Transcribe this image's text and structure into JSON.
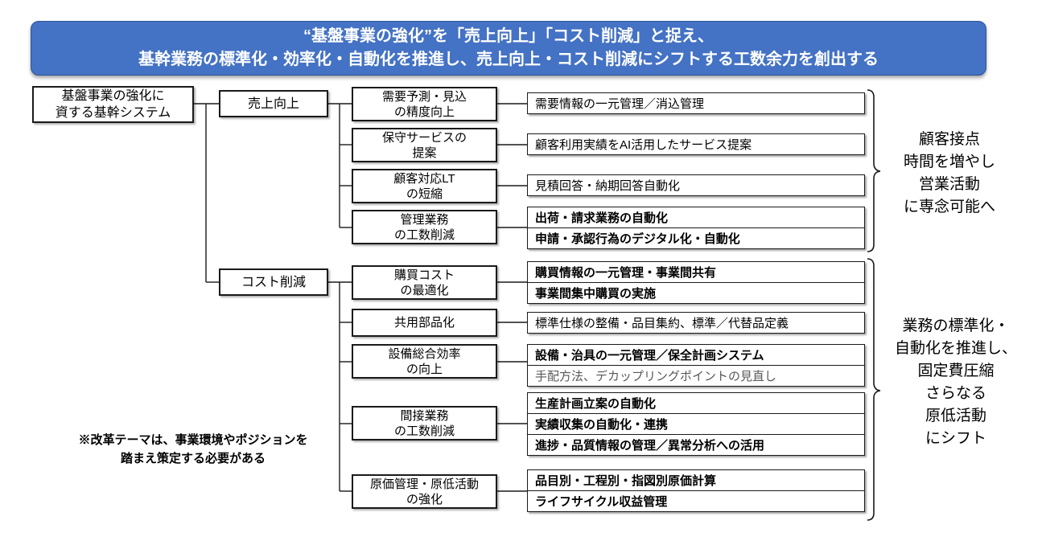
{
  "title": {
    "line1": "“基盤事業の強化”を「売上向上」「コスト削減」と捉え、",
    "line2": "基幹業務の標準化・効率化・自動化を推進し、売上向上・コスト削減にシフトする工数余力を創出する"
  },
  "root": {
    "label": "基盤事業の強化に\n資する基幹システム"
  },
  "branches": [
    {
      "label": "売上向上"
    },
    {
      "label": "コスト削減"
    }
  ],
  "rows": [
    {
      "label": "需要予測・見込\nの精度向上",
      "items": [
        {
          "text": "需要情報の一元管理／消込管理",
          "bold": false
        }
      ]
    },
    {
      "label": "保守サービスの\n提案",
      "items": [
        {
          "text": "顧客利用実績をAI活用したサービス提案",
          "bold": false
        }
      ]
    },
    {
      "label": "顧客対応LT\nの短縮",
      "items": [
        {
          "text": "見積回答・納期回答自動化",
          "bold": false
        }
      ]
    },
    {
      "label": "管理業務\nの工数削減",
      "items": [
        {
          "text": "出荷・請求業務の自動化",
          "bold": true
        },
        {
          "text": "申請・承認行為のデジタル化・自動化",
          "bold": true
        }
      ]
    },
    {
      "label": "購買コスト\nの最適化",
      "items": [
        {
          "text": "購買情報の一元管理・事業間共有",
          "bold": true
        },
        {
          "text": "事業間集中購買の実施",
          "bold": true
        }
      ]
    },
    {
      "label": "共用部品化",
      "items": [
        {
          "text": "標準仕様の整備・品目集約、標準／代替品定義",
          "bold": false
        }
      ]
    },
    {
      "label": "設備総合効率\nの向上",
      "items": [
        {
          "text": "設備・治具の一元管理／保全計画システム",
          "bold": true
        },
        {
          "text": "手配方法、デカップリングポイントの見直し",
          "bold": false,
          "muted": true
        }
      ]
    },
    {
      "label": "間接業務\nの工数削減",
      "items": [
        {
          "text": "生産計画立案の自動化",
          "bold": true
        },
        {
          "text": "実績収集の自動化・連携",
          "bold": true
        },
        {
          "text": "進捗・品質情報の管理／異常分析への活用",
          "bold": true
        }
      ]
    },
    {
      "label": "原価管理・原低活動\nの強化",
      "items": [
        {
          "text": "品目別・工程別・指図別原価計算",
          "bold": true
        },
        {
          "text": "ライフサイクル収益管理",
          "bold": true
        }
      ]
    }
  ],
  "side_notes": [
    {
      "text": "顧客接点\n時間を増やし\n営業活動\nに専念可能へ"
    },
    {
      "text": "業務の標準化・\n自動化を推進し、\n固定費圧縮\nさらなる\n原低活動\nにシフト"
    }
  ],
  "footnote": "※改革テーマは、事業環境やポジションを\n踏まえ策定する必要がある",
  "colors": {
    "banner_blue": "#4472C4",
    "banner_border": "#2F5597",
    "line_black": "#1a1a1a",
    "muted_text": "#595959"
  }
}
